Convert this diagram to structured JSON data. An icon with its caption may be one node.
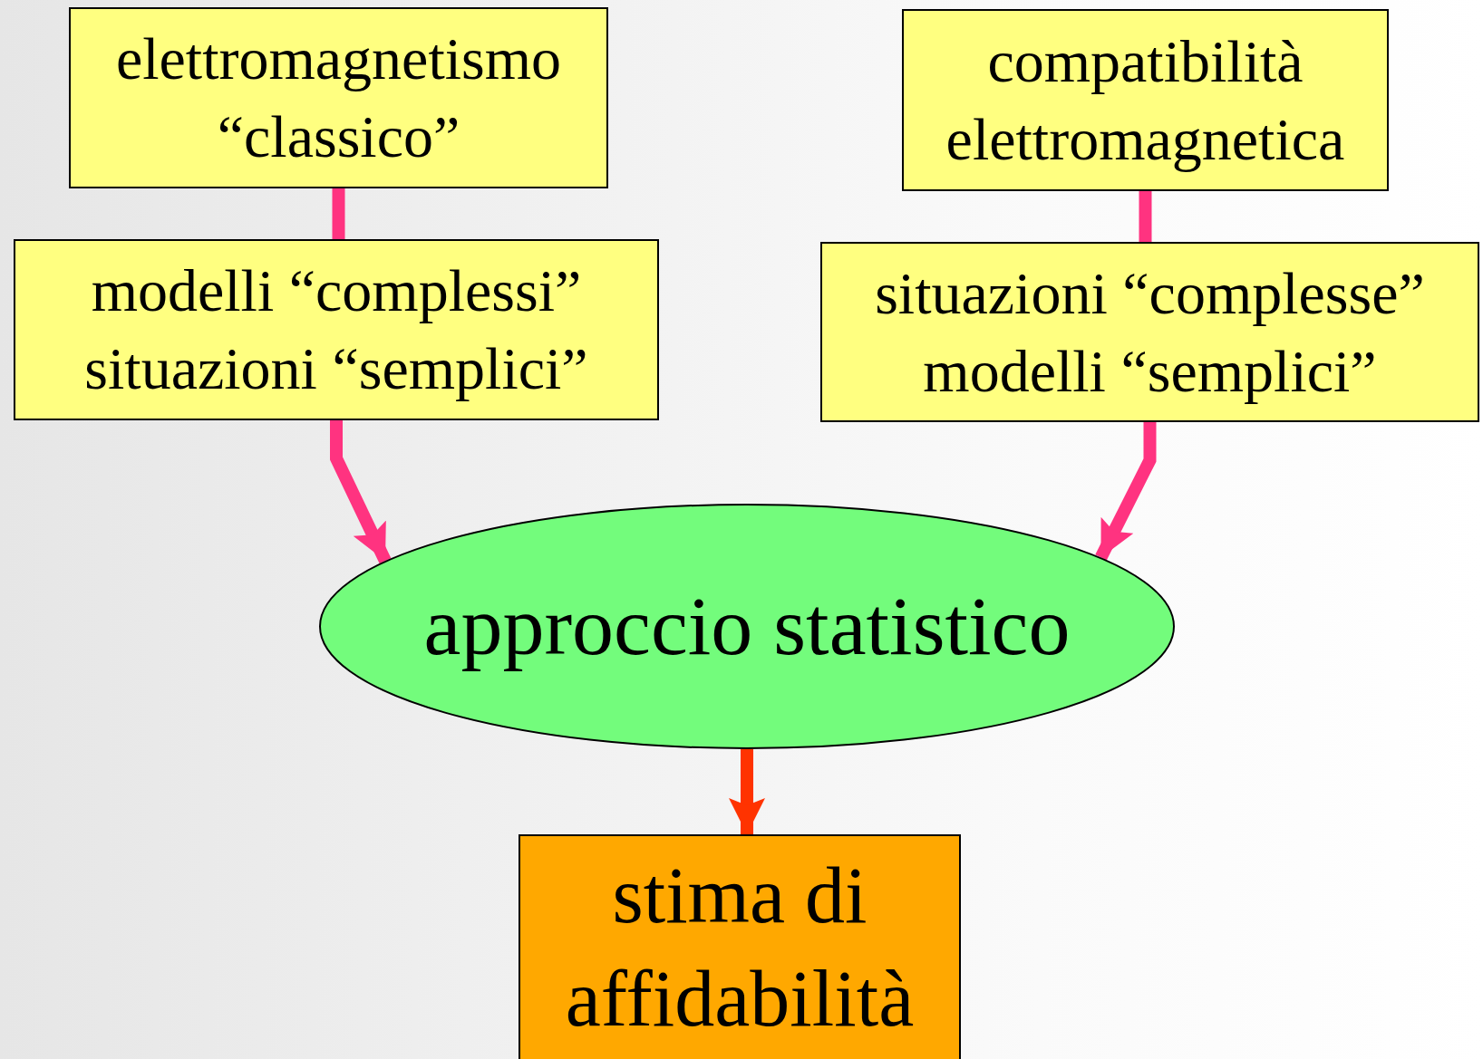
{
  "diagram": {
    "nodes": [
      {
        "text": [
          "elettromagnetismo “classico”"
        ]
      },
      {
        "text": [
          "modelli “complessi” situazioni “semplici”"
        ]
      },
      {
        "text": [
          "compatibilità elettromagnetica"
        ]
      },
      {
        "text": [
          "situazioni “complesse” modelli “semplici”"
        ]
      },
      {
        "text": [
          "approccio statistico"
        ]
      },
      {
        "text": [
          "stima di affidabilità"
        ]
      }
    ],
    "edges": [
      {
        "from": 0,
        "to": 1,
        "arrow": "none"
      },
      {
        "from": 2,
        "to": 3,
        "arrow": "none"
      },
      {
        "from": 1,
        "to": 4,
        "arrow": "to"
      },
      {
        "from": 3,
        "to": 4,
        "arrow": "to"
      },
      {
        "from": 4,
        "to": 5,
        "arrow": "to",
        "color": "#ff3300"
      }
    ]
  }
}
